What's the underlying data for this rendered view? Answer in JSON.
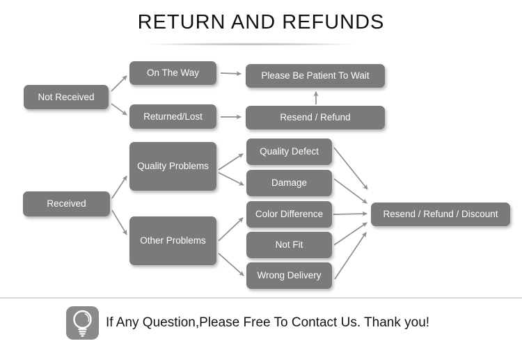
{
  "title": "RETURN AND REFUNDS",
  "nodes": {
    "not_received": "Not Received",
    "on_the_way": "On The Way",
    "returned_lost": "Returned/Lost",
    "please_wait": "Please Be Patient To Wait",
    "resend_refund": "Resend / Refund",
    "received": "Received",
    "quality_problems": "Quality Problems",
    "other_problems": "Other Problems",
    "quality_defect": "Quality Defect",
    "damage": "Damage",
    "color_difference": "Color Difference",
    "not_fit": "Not Fit",
    "wrong_delivery": "Wrong Delivery",
    "resend_refund_discount": "Resend / Refund / Discount"
  },
  "edges": [
    "not_received->on_the_way",
    "not_received->returned_lost",
    "on_the_way->please_wait",
    "returned_lost->resend_refund",
    "resend_refund->please_wait",
    "received->quality_problems",
    "received->other_problems",
    "quality_problems->quality_defect",
    "quality_problems->damage",
    "other_problems->color_difference",
    "other_problems->wrong_delivery",
    "quality_defect->resend_refund_discount",
    "damage->resend_refund_discount",
    "color_difference->resend_refund_discount",
    "not_fit->resend_refund_discount",
    "wrong_delivery->resend_refund_discount"
  ],
  "footer": {
    "icon": "lightbulb-icon",
    "message": "If Any Question,Please Free To Contact Us. Thank you!"
  },
  "colors": {
    "box": "#7a7a7a",
    "box_text": "#ffffff",
    "arrow": "#8f8f8f",
    "title_text": "#111111",
    "footer_text": "#141414",
    "footer_divider": "#d9d9d9",
    "icon_background": "#8a8a8a"
  }
}
